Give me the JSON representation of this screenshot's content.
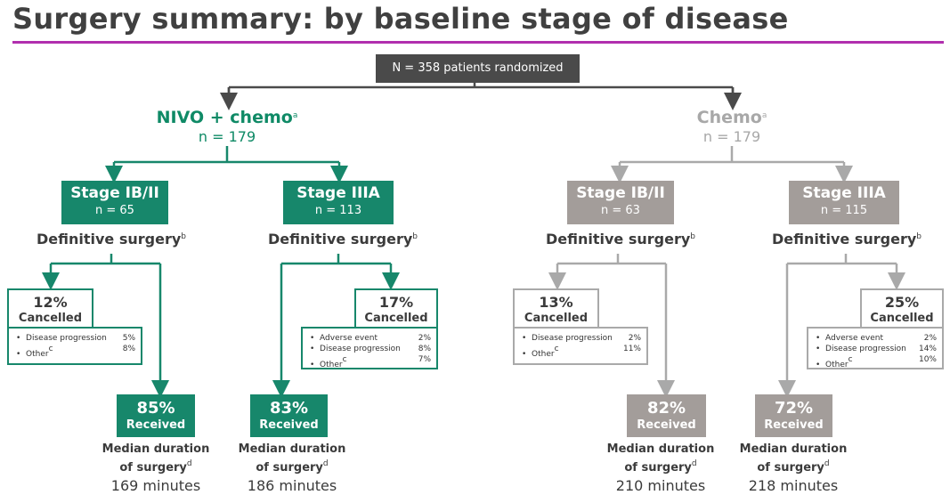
{
  "title": "Surgery summary: by baseline stage of disease",
  "top_box": "N = 358 patients randomized",
  "colors": {
    "nivo": "#17876b",
    "chemo": "#a39d9a",
    "accent_rule": "#b12fae",
    "dark_box": "#4a4a4a"
  },
  "arms": [
    {
      "name": "NIVO + chemo",
      "sup": "a",
      "n": "n = 179",
      "stages": [
        {
          "label": "Stage IB/II",
          "n": "n = 65",
          "surgery_label": "Definitive surgery",
          "surgery_sup": "b",
          "cancelled_pct": "12%",
          "cancelled_label": "Cancelled",
          "reasons": [
            {
              "label": "Disease progression",
              "sup": "",
              "value": "5%"
            },
            {
              "label": "Other",
              "sup": "c",
              "value": "8%"
            }
          ],
          "received_pct": "85%",
          "received_label": "Received",
          "median_line1": "Median duration",
          "median_line2": "of surgery",
          "median_sup": "d",
          "median_value": "169 minutes"
        },
        {
          "label": "Stage IIIA",
          "n": "n = 113",
          "surgery_label": "Definitive surgery",
          "surgery_sup": "b",
          "cancelled_pct": "17%",
          "cancelled_label": "Cancelled",
          "reasons": [
            {
              "label": "Adverse event",
              "sup": "",
              "value": "2%"
            },
            {
              "label": "Disease progression",
              "sup": "",
              "value": "8%"
            },
            {
              "label": "Other",
              "sup": "c",
              "value": "7%"
            }
          ],
          "received_pct": "83%",
          "received_label": "Received",
          "median_line1": "Median duration",
          "median_line2": "of surgery",
          "median_sup": "d",
          "median_value": "186 minutes"
        }
      ]
    },
    {
      "name": "Chemo",
      "sup": "a",
      "n": "n = 179",
      "stages": [
        {
          "label": "Stage IB/II",
          "n": "n = 63",
          "surgery_label": "Definitive surgery",
          "surgery_sup": "b",
          "cancelled_pct": "13%",
          "cancelled_label": "Cancelled",
          "reasons": [
            {
              "label": "Disease progression",
              "sup": "",
              "value": "2%"
            },
            {
              "label": "Other",
              "sup": "c",
              "value": "11%"
            }
          ],
          "received_pct": "82%",
          "received_label": "Received",
          "median_line1": "Median duration",
          "median_line2": "of surgery",
          "median_sup": "d",
          "median_value": "210 minutes"
        },
        {
          "label": "Stage IIIA",
          "n": "n = 115",
          "surgery_label": "Definitive surgery",
          "surgery_sup": "b",
          "cancelled_pct": "25%",
          "cancelled_label": "Cancelled",
          "reasons": [
            {
              "label": "Adverse event",
              "sup": "",
              "value": "2%"
            },
            {
              "label": "Disease progression",
              "sup": "",
              "value": "14%"
            },
            {
              "label": "Other",
              "sup": "c",
              "value": "10%"
            }
          ],
          "received_pct": "72%",
          "received_label": "Received",
          "median_line1": "Median duration",
          "median_line2": "of surgery",
          "median_sup": "d",
          "median_value": "218 minutes"
        }
      ]
    }
  ]
}
